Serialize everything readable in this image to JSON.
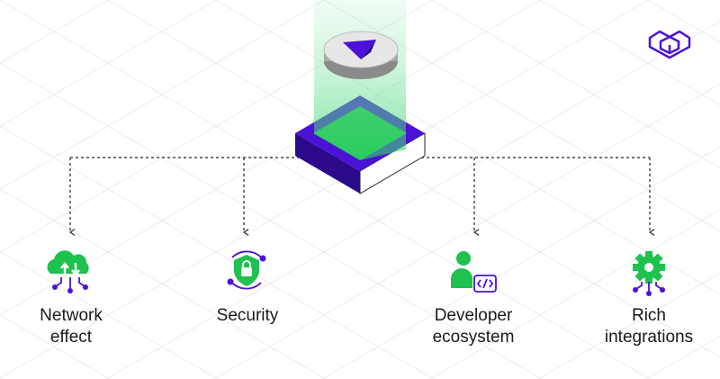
{
  "logo": {
    "text": "logo"
  },
  "features": [
    {
      "line1": "Network",
      "line2": "effect",
      "icon": "cloud-network-icon"
    },
    {
      "line1": "Security",
      "line2": "",
      "icon": "shield-lock-icon"
    },
    {
      "line1": "Developer",
      "line2": "ecosystem",
      "icon": "developer-code-icon"
    },
    {
      "line1": "Rich",
      "line2": "integrations",
      "icon": "gear-network-icon"
    }
  ],
  "colors": {
    "green": "#1fc14f",
    "purple": "#4b12d6",
    "dark_purple": "#2a0a8a",
    "beam": "#7ee3a6"
  }
}
